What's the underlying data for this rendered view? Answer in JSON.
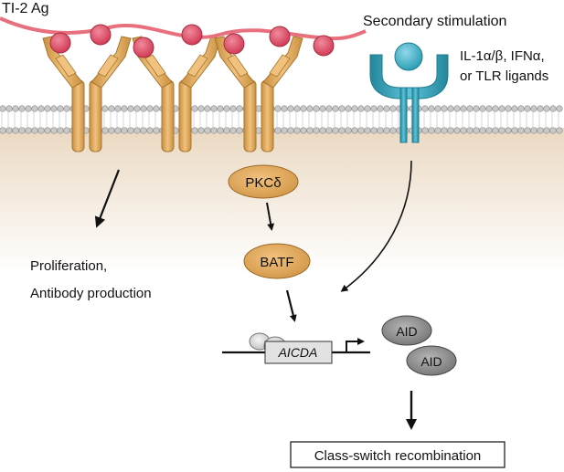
{
  "labels": {
    "antigen": "TI-2 Ag",
    "secondary": "Secondary stimulation",
    "ligands_line1": "IL-1α/β, IFNα,",
    "ligands_line2": "or TLR ligands",
    "outcome_line1": "Proliferation,",
    "outcome_line2": "Antibody production",
    "pkc": "PKCδ",
    "batf": "BATF",
    "gene": "AICDA",
    "aid1": "AID",
    "aid2": "AID",
    "result": "Class-switch recombination"
  },
  "colors": {
    "antigen_strand": "#e8707e",
    "antigen_ball": "#d8425a",
    "receptor": "#dba253",
    "receptor_dark": "#b07a2c",
    "membrane_bead": "#c4c4c4",
    "cytoplasm": "#efe3d3",
    "secondary_receptor": "#2d9fb5",
    "secondary_ligand": "#49b8d4",
    "node_orange": "#dba253",
    "node_gray": "#8d8d8d",
    "arrow": "#111111"
  },
  "icons": {
    "antigen": "pink-ball-on-strand",
    "bcr": "y-shaped-receptor",
    "secondary_receptor": "cupped-receptor-with-ligand",
    "promoter": "bent-arrow-icon"
  }
}
